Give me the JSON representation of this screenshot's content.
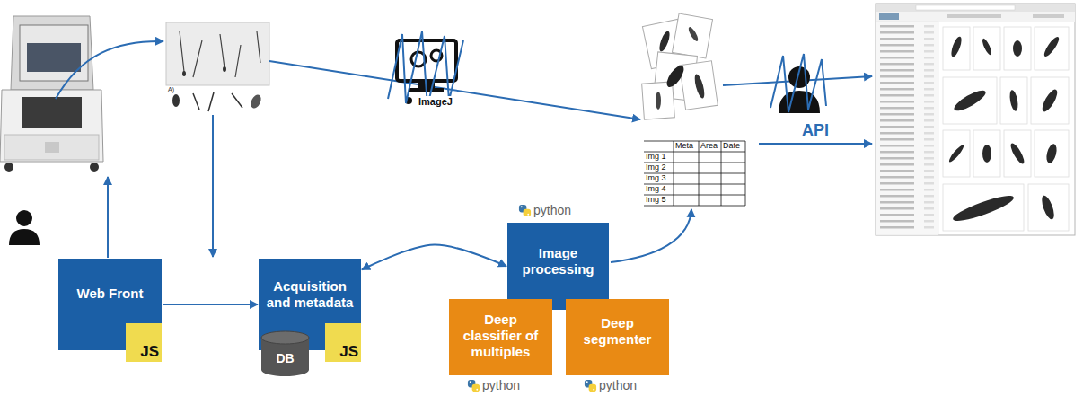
{
  "diagram": {
    "nodes": [
      {
        "text": [
          "Web Front"
        ]
      },
      {
        "text": [
          "JS"
        ],
        "in": 0
      },
      {
        "text": [
          "Acquisition and metadata"
        ]
      },
      {
        "text": [
          "DB"
        ],
        "in": 2
      },
      {
        "text": [
          "JS"
        ],
        "in": 2
      },
      {
        "text": [
          "Image processing"
        ]
      },
      {
        "text": [
          "Deep classifier of multiples"
        ]
      },
      {
        "text": [
          "Deep segmenter"
        ]
      }
    ],
    "edges": [
      {
        "from": 0,
        "to": 2,
        "arrow": "to"
      },
      {
        "from": 2,
        "to": 5,
        "arrow": "both"
      }
    ],
    "labels": [
      "A)",
      "ImageJ",
      "Meta",
      "Area",
      "Date",
      "Img 1",
      "Img 2",
      "Img 3",
      "Img 4",
      "Img 5",
      "API",
      "python",
      "python",
      "python"
    ]
  }
}
